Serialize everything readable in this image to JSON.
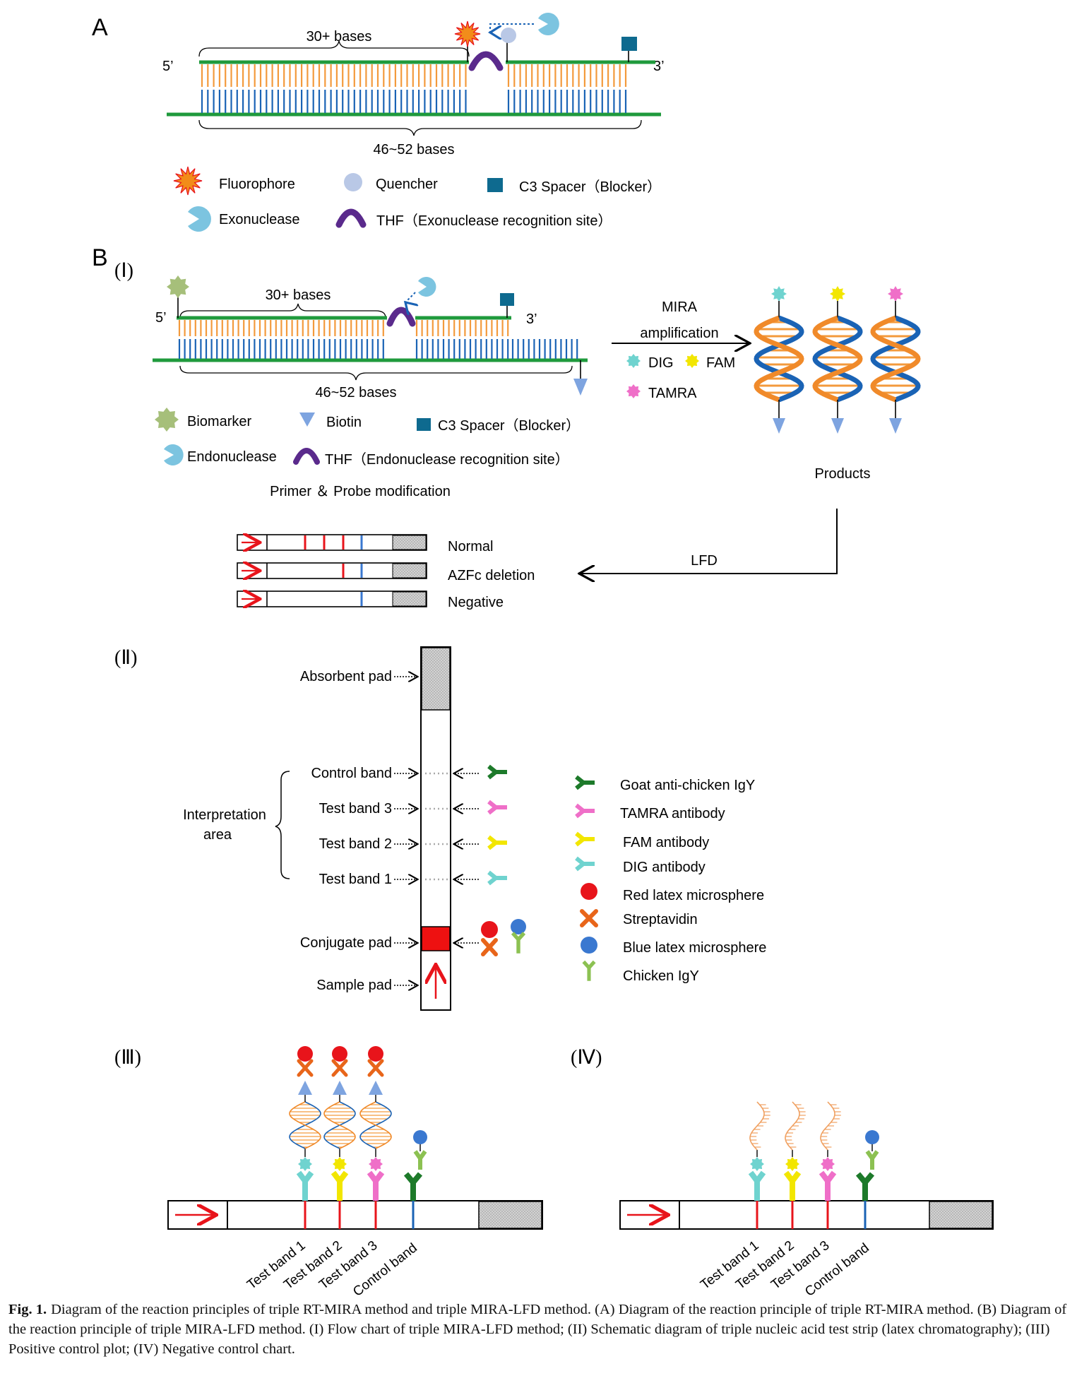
{
  "panelA": {
    "letter": "A",
    "label_5": "5’",
    "label_3": "3’",
    "top_brace": "30+ bases",
    "bottom_brace": "46~52 bases",
    "legend": {
      "fluorophore": "Fluorophore",
      "quencher": "Quencher",
      "c3": "C3 Spacer（Blocker）",
      "exonuclease": "Exonuclease",
      "thf": "THF（Exonuclease recognition site）"
    }
  },
  "panelB1": {
    "letter": "B",
    "roman": "(Ⅰ)",
    "label_5": "5’",
    "label_3": "3’",
    "top_brace": "30+ bases",
    "bottom_brace": "46~52 bases",
    "legend": {
      "biomarker": "Biomarker",
      "biotin": "Biotin",
      "c3": "C3 Spacer（Blocker）",
      "endonuclease": "Endonuclease",
      "thf": "THF（Endonuclease recognition site）",
      "caption": "Primer ＆ Probe modification"
    },
    "mira_line1": "MIRA",
    "mira_line2": "amplification",
    "tags": {
      "dig": "DIG",
      "fam": "FAM",
      "tamra": "TAMRA"
    },
    "products": "Products",
    "lfd": "LFD",
    "strips": [
      "Normal",
      "AZFc deletion",
      "Negative"
    ]
  },
  "panelB2": {
    "roman": "(Ⅱ)",
    "labels": {
      "absorbent": "Absorbent pad",
      "control": "Control band",
      "test3": "Test band 3",
      "test2": "Test band 2",
      "test1": "Test band 1",
      "conjugate": "Conjugate pad",
      "sample": "Sample pad",
      "interp1": "Interpretation",
      "interp2": "area"
    },
    "legend": [
      "Goat anti-chicken IgY",
      "TAMRA antibody",
      "FAM antibody",
      "DIG antibody",
      "Red latex microsphere",
      "Streptavidin",
      "Blue latex microsphere",
      "Chicken IgY"
    ]
  },
  "panelB3": {
    "roman": "(Ⅲ)",
    "bands": [
      "Test band 1",
      "Test band 2",
      "Test band 3",
      "Control band"
    ]
  },
  "panelB4": {
    "roman": "(Ⅳ)",
    "bands": [
      "Test band 1",
      "Test band 2",
      "Test band 3",
      "Control band"
    ]
  },
  "caption": {
    "label": "Fig. 1.",
    "text": "Diagram of the reaction principles of triple RT-MIRA method and triple MIRA-LFD method. (A) Diagram of the reaction principle of triple RT-MIRA method. (B) Diagram of the reaction principle of triple MIRA-LFD method. (I) Flow chart of triple MIRA-LFD method; (II) Schematic diagram of triple nucleic acid test strip (latex chromatography); (III) Positive control plot; (IV) Negative control chart."
  },
  "colors": {
    "green": "#1f9a3c",
    "orange": "#f39a3c",
    "blue": "#1a63b5",
    "purple": "#5a2a8c",
    "teal": "#0e6a8f",
    "cyan": "#6fd3cf",
    "yellow": "#f2e600",
    "pink": "#ef6fc8",
    "red": "#e8141b",
    "darkgreen": "#1d7a2a"
  }
}
